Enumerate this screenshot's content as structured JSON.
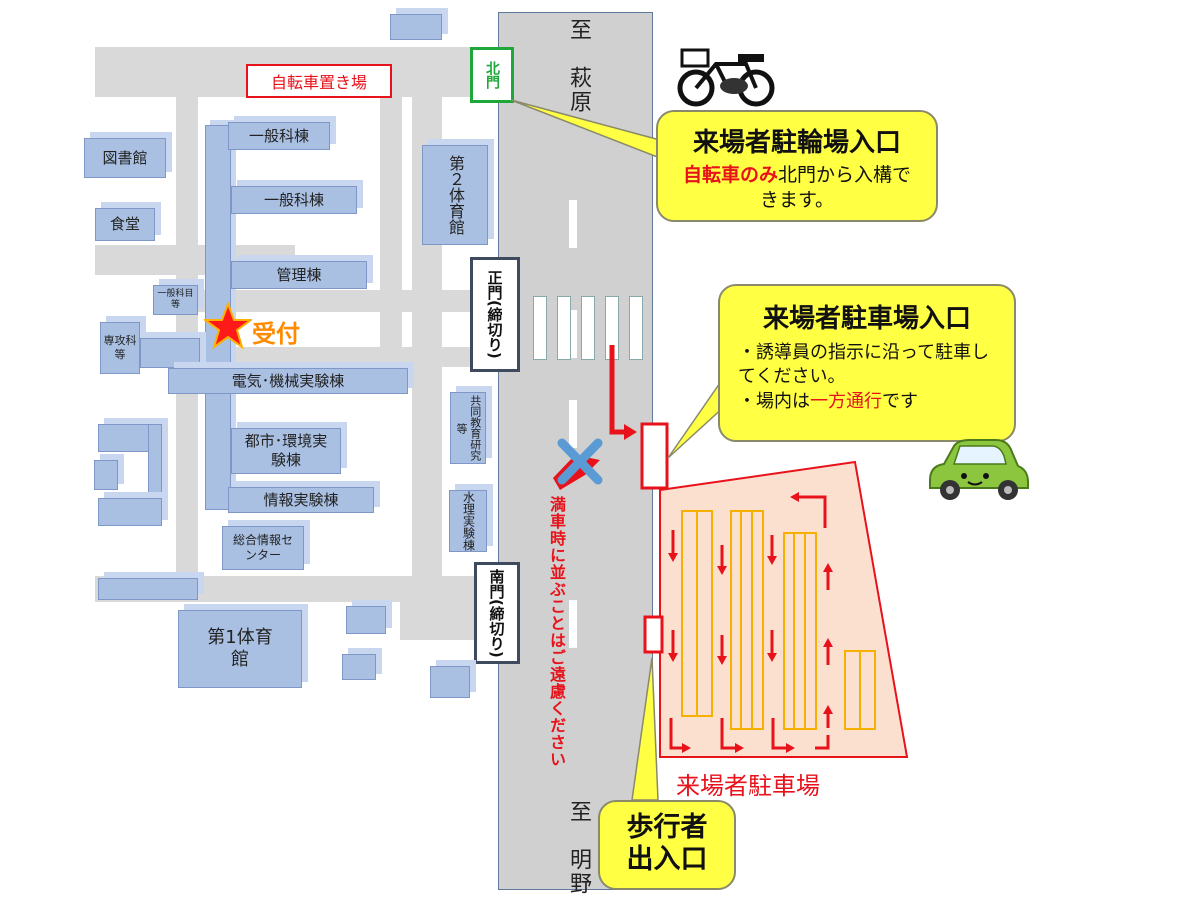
{
  "road": {
    "north_label": "至　萩原",
    "south_label": "至　明野",
    "queue_notice": "満車時に並ぶことはご遠慮ください"
  },
  "gates": {
    "north": "北門",
    "main": "正門(締切り)",
    "south": "南門(締切り)"
  },
  "campus": {
    "bicycle_parking": "自転車置き場",
    "reception": "受付",
    "buildings": [
      {
        "id": "library",
        "label": "図書館"
      },
      {
        "id": "cafeteria",
        "label": "食堂"
      },
      {
        "id": "general1",
        "label": "一般科棟"
      },
      {
        "id": "general2",
        "label": "一般科棟"
      },
      {
        "id": "admin",
        "label": "管理棟"
      },
      {
        "id": "general-small",
        "label": "一般科目等"
      },
      {
        "id": "major",
        "label": "専攻科等"
      },
      {
        "id": "electrical",
        "label": "電気･機械実験棟"
      },
      {
        "id": "civil",
        "label": "都市･環境実験棟"
      },
      {
        "id": "info",
        "label": "情報実験棟"
      },
      {
        "id": "ict-center",
        "label": "総合情報センター"
      },
      {
        "id": "gym1",
        "label": "第1体育館"
      },
      {
        "id": "gym2",
        "label": "第２体育館"
      },
      {
        "id": "joint",
        "label": "共同教育研究等"
      },
      {
        "id": "hydro",
        "label": "水理実験棟"
      }
    ]
  },
  "callouts": {
    "bike": {
      "title": "来場者駐輪場入口",
      "highlight": "自転車のみ",
      "text": "北門から入構できます。"
    },
    "car": {
      "title": "来場者駐車場入口",
      "line1": "・誘導員の指示に沿って駐車してください。",
      "line2_prefix": "・場内は",
      "line2_highlight": "一方通行",
      "line2_suffix": "です"
    },
    "pedestrian": {
      "line1": "歩行者",
      "line2": "出入口"
    }
  },
  "parking": {
    "label": "来場者駐車場"
  },
  "colors": {
    "building": "#a9c0e3",
    "path": "#d9d9d9",
    "road": "#d0d0d0",
    "callout": "#ffff44",
    "red": "#e8121b",
    "parking_fill": "#fbe0d0",
    "parking_rows": "#f5b000"
  }
}
